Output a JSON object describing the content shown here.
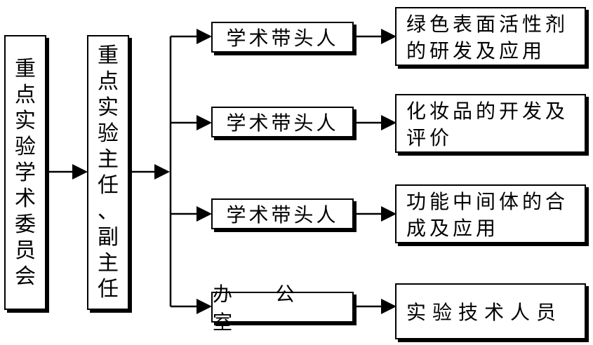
{
  "committee": {
    "label": [
      "重",
      "点",
      "实",
      "验",
      "学",
      "术",
      "委",
      "员",
      "会"
    ]
  },
  "directors": {
    "label": [
      "重",
      "点",
      "实",
      "验",
      "主",
      "任",
      "、",
      "副",
      "主",
      "任"
    ]
  },
  "branches": [
    {
      "leader": "学术带头人",
      "area_line1": "绿色表面活性剂",
      "area_line2": "的研发及应用"
    },
    {
      "leader": "学术带头人",
      "area_line1": "化妆品的开发及",
      "area_line2": "评价"
    },
    {
      "leader": "学术带头人",
      "area_line1": "功能中间体的合",
      "area_line2": "成及应用"
    }
  ],
  "office": {
    "label": "办 公 室",
    "staff": "实验技术人员"
  }
}
